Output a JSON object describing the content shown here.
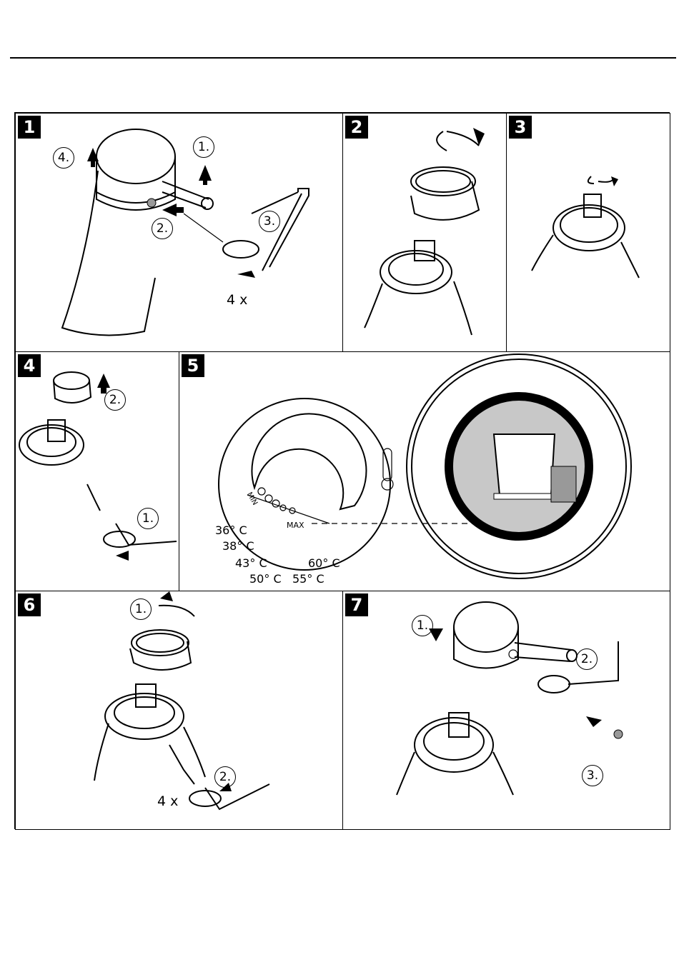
{
  "document": {
    "steps": [
      {
        "number": "1",
        "callouts": [
          "1.",
          "2.",
          "3.",
          "4."
        ],
        "repeat_label": "4 x"
      },
      {
        "number": "2"
      },
      {
        "number": "3"
      },
      {
        "number": "4",
        "callouts": [
          "1.",
          "2."
        ]
      },
      {
        "number": "5",
        "temperatures": [
          "36° C",
          "38° C",
          "43° C",
          "50° C",
          "55° C",
          "60° C"
        ],
        "dial_marks": [
          "MIN",
          "MAX"
        ]
      },
      {
        "number": "6",
        "callouts": [
          "1.",
          "2."
        ],
        "repeat_label": "4 x"
      },
      {
        "number": "7",
        "callouts": [
          "1.",
          "2.",
          "3."
        ]
      }
    ]
  }
}
